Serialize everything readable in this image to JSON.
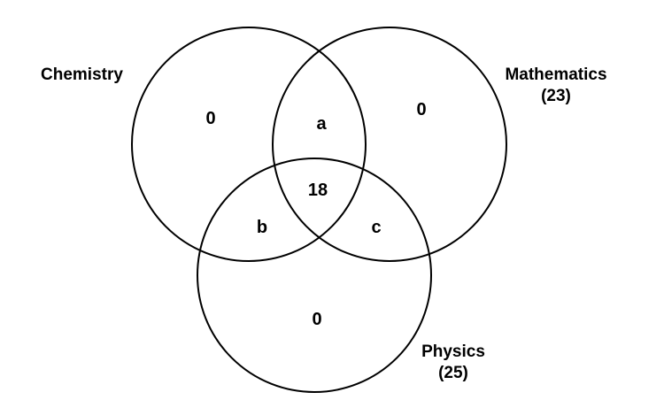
{
  "sets": {
    "chemistry": {
      "name": "Chemistry",
      "count": ""
    },
    "mathematics": {
      "name": "Mathematics",
      "count": "(23)"
    },
    "physics": {
      "name": "Physics",
      "count": "(25)"
    }
  },
  "regions": {
    "chemistry_only": "0",
    "mathematics_only": "0",
    "physics_only": "0",
    "chemistry_mathematics": "a",
    "chemistry_physics": "b",
    "mathematics_physics": "c",
    "all_three": "18"
  }
}
